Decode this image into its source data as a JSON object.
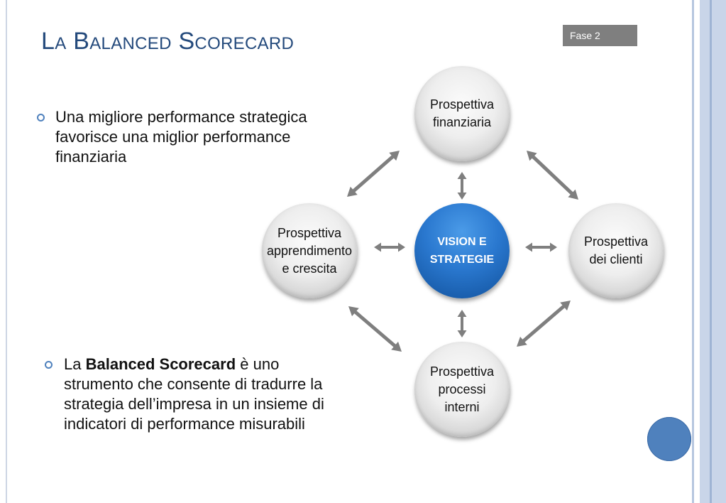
{
  "slide": {
    "title": "La Balanced Scorecard",
    "phase_label": "Fase 2"
  },
  "bullets": [
    {
      "lines": [
        "Una migliore performance strategica",
        "favorisce una miglior performance",
        "finanziaria"
      ]
    },
    {
      "prefix": "La ",
      "bold": "Balanced Scorecard",
      "suffix": " è uno",
      "lines": [
        "strumento che consente di tradurre la",
        "strategia dell’impresa in un insieme di",
        "indicatori di performance misurabili"
      ]
    }
  ],
  "diagram": {
    "center": {
      "lines": [
        "VISION E",
        "STRATEGIE"
      ]
    },
    "top": {
      "lines": [
        "Prospettiva",
        "finanziaria"
      ]
    },
    "left": {
      "lines": [
        "Prospettiva",
        "apprendimento",
        "e crescita"
      ]
    },
    "right": {
      "lines": [
        "Prospettiva",
        "dei clienti"
      ]
    },
    "bottom": {
      "lines": [
        "Prospettiva",
        "processi",
        "interni"
      ]
    }
  },
  "colors": {
    "title": "#244a7c",
    "accent": "#4f81bd",
    "arrow": "#7f7f7f",
    "phase_box": "#7f7f7f"
  }
}
